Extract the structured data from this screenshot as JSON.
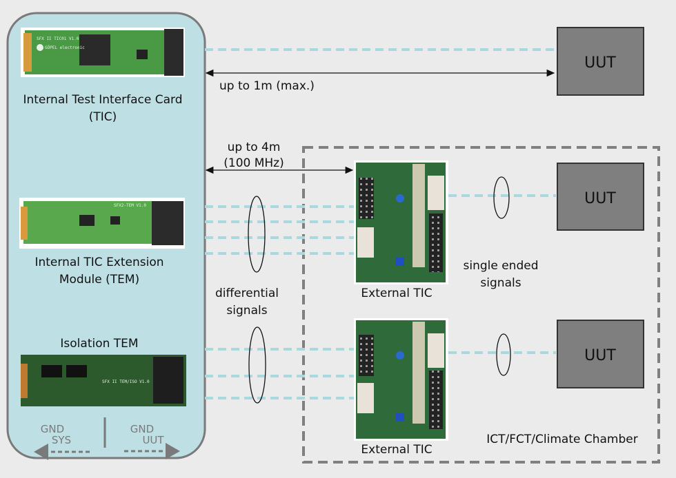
{
  "colors": {
    "background": "#ebebeb",
    "panel": "#bee0e5",
    "panel_border": "#7a7a7a",
    "uut_fill": "#7f7f7f",
    "signal_line": "#a9d8df",
    "board_green": "#3f8a3c",
    "chamber_border": "#808080"
  },
  "panel": {
    "tic_label_line1": "Internal Test Interface Card",
    "tic_label_line2": "(TIC)",
    "tem_label_line1": "Internal TIC Extension",
    "tem_label_line2": "Module (TEM)",
    "iso_label": "Isolation TEM",
    "gnd_sys_1": "GND",
    "gnd_sys_2": "SYS",
    "gnd_uut_1": "GND",
    "gnd_uut_2": "UUT"
  },
  "links": {
    "top_distance": "up to 1m (max.)",
    "mid_distance_1": "up to 4m",
    "mid_distance_2": "(100 MHz)",
    "differential_1": "differential",
    "differential_2": "signals",
    "single_1": "single ended",
    "single_2": "signals"
  },
  "external": {
    "tic1": "External TIC",
    "tic2": "External TIC"
  },
  "uut": [
    "UUT",
    "UUT",
    "UUT"
  ],
  "chamber_label": "ICT/FCT/Climate Chamber",
  "board_silkscreen": {
    "tic": "SFX II TIC01 V1.0",
    "tem": "SFX2-TEM V1.0",
    "iso": "SFX II TEM/ISO V1.0",
    "brand": "GÖPEL electronic"
  }
}
